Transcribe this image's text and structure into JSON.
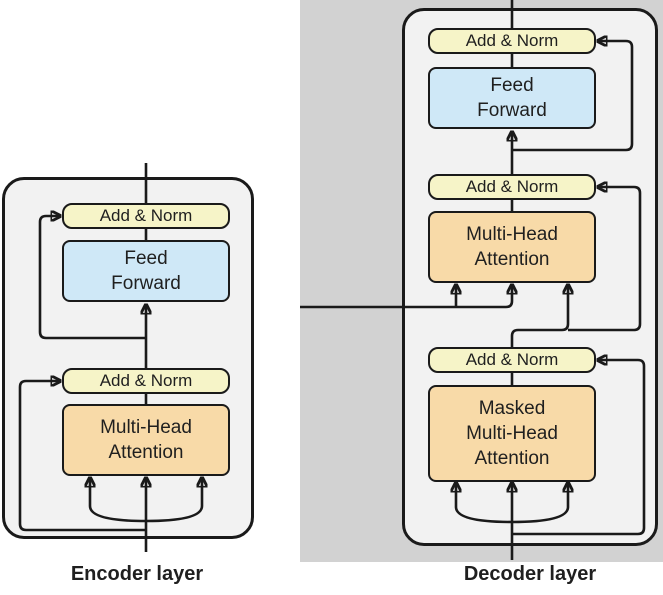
{
  "colors": {
    "page_bg": "#ffffff",
    "panel_bg": "#d2d2d2",
    "container_bg": "#f2f2f2",
    "line": "#1a1a1a",
    "add_norm_bg": "#f6f4c8",
    "feed_forward_bg": "#cfe8f7",
    "attention_bg": "#f8daa8",
    "text": "#1f1f1f"
  },
  "encoder": {
    "caption": "Encoder layer",
    "blocks": {
      "add_norm_top": "Add & Norm",
      "feed_forward": [
        "Feed",
        "Forward"
      ],
      "add_norm_bottom": "Add & Norm",
      "multi_head_attention": [
        "Multi-Head",
        "Attention"
      ]
    }
  },
  "decoder": {
    "caption": "Decoder layer",
    "blocks": {
      "add_norm_top": "Add & Norm",
      "feed_forward": [
        "Feed",
        "Forward"
      ],
      "add_norm_mid": "Add & Norm",
      "multi_head_attention": [
        "Multi-Head",
        "Attention"
      ],
      "add_norm_bottom": "Add & Norm",
      "masked_multi_head_attention": [
        "Masked",
        "Multi-Head",
        "Attention"
      ]
    }
  }
}
